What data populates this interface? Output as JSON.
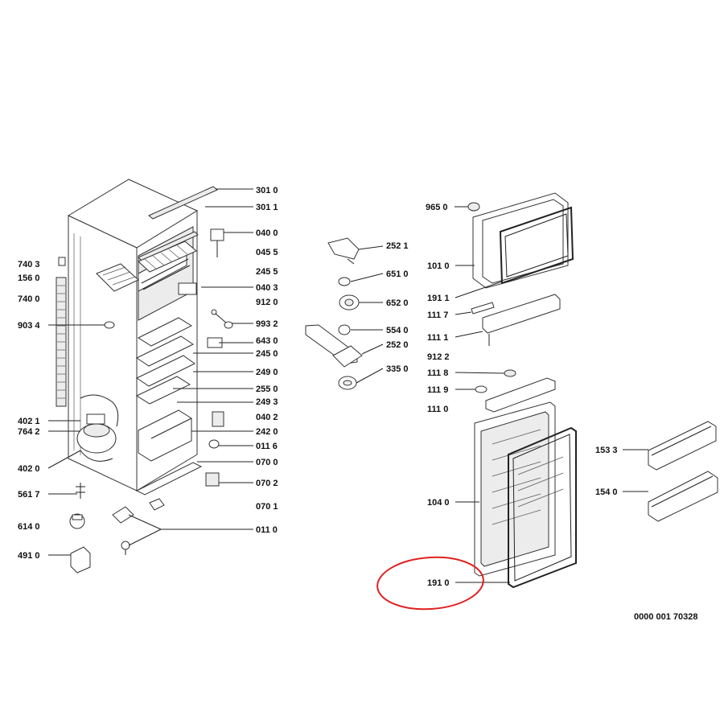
{
  "callouts": {
    "c3010": "301 0",
    "c3011": "301 1",
    "c0400": "040 0",
    "c0455": "045 5",
    "c2455": "245 5",
    "c0403": "040 3",
    "c9120": "912 0",
    "c9932": "993 2",
    "c6430": "643 0",
    "c2450": "245 0",
    "c2490": "249 0",
    "c2550": "255 0",
    "c2493": "249 3",
    "c0402": "040 2",
    "c2420": "242 0",
    "c0116": "011 6",
    "c0700": "070 0",
    "c0702": "070 2",
    "c0701": "070 1",
    "c0110": "011 0",
    "c7403": "740 3",
    "c1560": "156 0",
    "c7400": "740 0",
    "c9034": "903 4",
    "c4021": "402 1",
    "c7642": "764 2",
    "c4020": "402 0",
    "c5617": "561 7",
    "c6140": "614 0",
    "c4910": "491 0",
    "c2521": "252 1",
    "c6510": "651 0",
    "c6520": "652 0",
    "c5540": "554 0",
    "c2520": "252 0",
    "c3350": "335 0",
    "c9650": "965 0",
    "c1010": "101 0",
    "c1911": "191 1",
    "c1117": "111 7",
    "c1111": "111 1",
    "c9122": "912 2",
    "c1118": "111 8",
    "c1119": "111 9",
    "c1110": "111 0",
    "c1040": "104 0",
    "c1910": "191 0",
    "c1533": "153 3",
    "c1540": "154 0"
  },
  "drawing_number": "0000 001 70328",
  "colors": {
    "highlight": "#e02020",
    "line": "#222222"
  }
}
